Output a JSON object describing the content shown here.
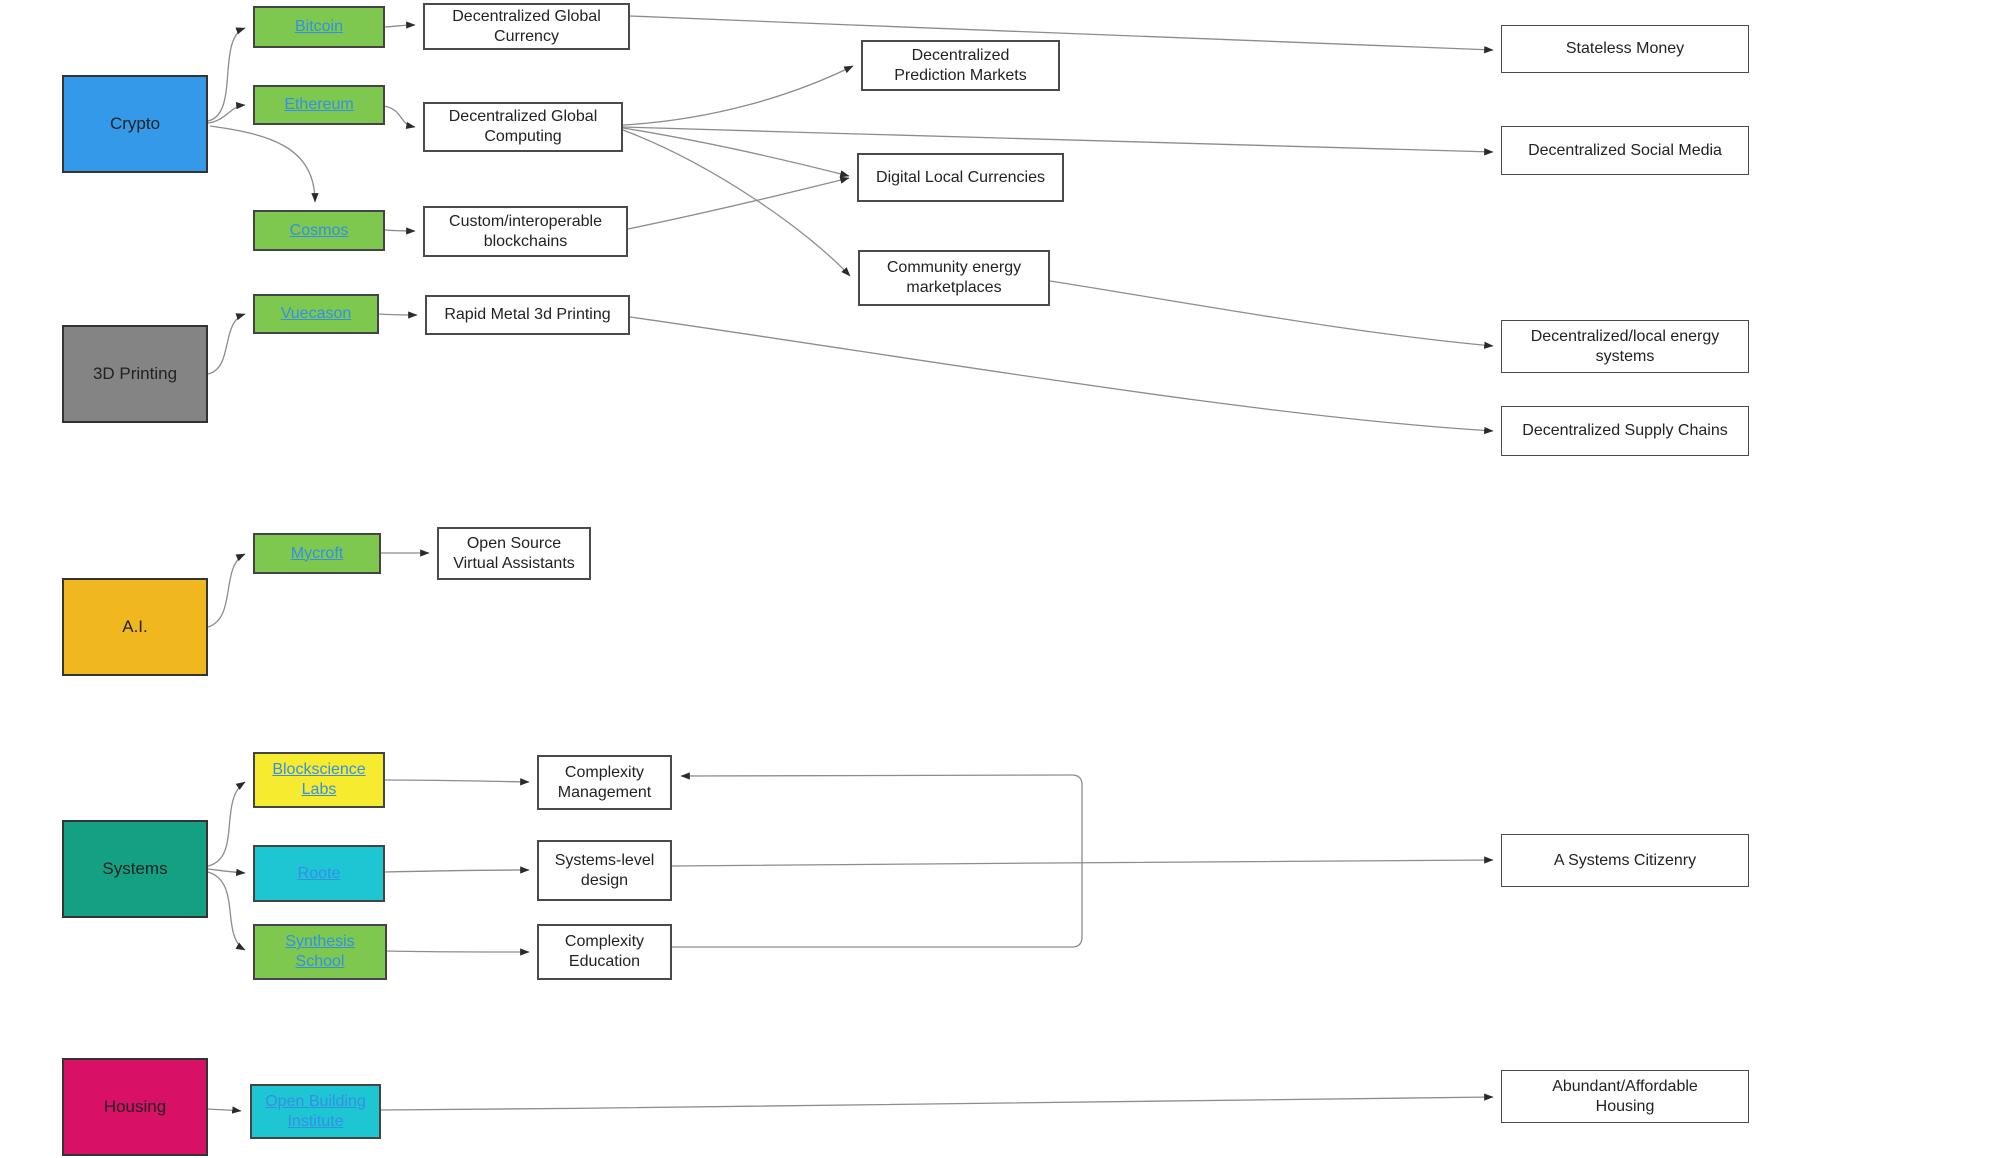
{
  "nodes": {
    "crypto": {
      "label": "Crypto",
      "kind": "category",
      "color": "#3399E8"
    },
    "printing3d": {
      "label": "3D Printing",
      "kind": "category",
      "color": "#848484"
    },
    "ai": {
      "label": "A.I.",
      "kind": "category",
      "color": "#F0B81E"
    },
    "systems": {
      "label": "Systems",
      "kind": "category",
      "color": "#14A083"
    },
    "housing": {
      "label": "Housing",
      "kind": "category",
      "color": "#D91166"
    },
    "bitcoin": {
      "label": "Bitcoin",
      "kind": "project-link",
      "color": "#7EC850"
    },
    "ethereum": {
      "label": "Ethereum",
      "kind": "project-link",
      "color": "#7EC850"
    },
    "cosmos": {
      "label": "Cosmos",
      "kind": "project-link",
      "color": "#7EC850"
    },
    "vuecason": {
      "label": "Vuecason",
      "kind": "project-link",
      "color": "#7EC850"
    },
    "mycroft": {
      "label": "Mycroft",
      "kind": "project-link",
      "color": "#7EC850"
    },
    "bslabs": {
      "label": "Blockscience Labs",
      "kind": "project-link",
      "color": "#F6EB2F"
    },
    "roote": {
      "label": "Roote",
      "kind": "project-link",
      "color": "#1EC6D3"
    },
    "synthesis": {
      "label": "Synthesis School",
      "kind": "project-link",
      "color": "#7EC850"
    },
    "obi": {
      "label": "Open Building Institute",
      "kind": "project-link",
      "color": "#1EC6D3"
    },
    "dg_currency": {
      "label": "Decentralized Global Currency",
      "kind": "capability"
    },
    "dg_computing": {
      "label": "Decentralized Global Computing",
      "kind": "capability"
    },
    "custom_chains": {
      "label": "Custom/interoperable blockchains",
      "kind": "capability"
    },
    "rapid_metal": {
      "label": "Rapid Metal 3d Printing",
      "kind": "capability"
    },
    "osva": {
      "label": "Open Source Virtual Assistants",
      "kind": "capability"
    },
    "cx_mgmt": {
      "label": "Complexity Management",
      "kind": "capability"
    },
    "sl_design": {
      "label": "Systems-level design",
      "kind": "capability"
    },
    "cx_edu": {
      "label": "Complexity Education",
      "kind": "capability"
    },
    "prediction": {
      "label": "Decentralized Prediction Markets",
      "kind": "capability"
    },
    "digital_local": {
      "label": "Digital Local Currencies",
      "kind": "capability"
    },
    "community": {
      "label": "Community energy marketplaces",
      "kind": "capability"
    },
    "stateless": {
      "label": "Stateless Money",
      "kind": "outcome"
    },
    "social_media": {
      "label": "Decentralized Social Media",
      "kind": "outcome"
    },
    "local_energy": {
      "label": "Decentralized/local energy systems",
      "kind": "outcome"
    },
    "supply_chains": {
      "label": "Decentralized Supply Chains",
      "kind": "outcome"
    },
    "citizenry": {
      "label": "A Systems Citizenry",
      "kind": "outcome"
    },
    "aa_housing": {
      "label": "Abundant/Affordable Housing",
      "kind": "outcome"
    }
  },
  "edges": [
    {
      "from": "crypto",
      "to": "bitcoin"
    },
    {
      "from": "crypto",
      "to": "ethereum"
    },
    {
      "from": "crypto",
      "to": "cosmos"
    },
    {
      "from": "bitcoin",
      "to": "dg_currency"
    },
    {
      "from": "ethereum",
      "to": "dg_computing"
    },
    {
      "from": "cosmos",
      "to": "custom_chains"
    },
    {
      "from": "dg_currency",
      "to": "stateless"
    },
    {
      "from": "dg_computing",
      "to": "prediction"
    },
    {
      "from": "dg_computing",
      "to": "social_media"
    },
    {
      "from": "dg_computing",
      "to": "digital_local"
    },
    {
      "from": "dg_computing",
      "to": "community"
    },
    {
      "from": "custom_chains",
      "to": "digital_local"
    },
    {
      "from": "community",
      "to": "local_energy"
    },
    {
      "from": "printing3d",
      "to": "vuecason"
    },
    {
      "from": "vuecason",
      "to": "rapid_metal"
    },
    {
      "from": "rapid_metal",
      "to": "supply_chains"
    },
    {
      "from": "ai",
      "to": "mycroft"
    },
    {
      "from": "mycroft",
      "to": "osva"
    },
    {
      "from": "systems",
      "to": "bslabs"
    },
    {
      "from": "systems",
      "to": "roote"
    },
    {
      "from": "systems",
      "to": "synthesis"
    },
    {
      "from": "bslabs",
      "to": "cx_mgmt"
    },
    {
      "from": "roote",
      "to": "sl_design"
    },
    {
      "from": "synthesis",
      "to": "cx_edu"
    },
    {
      "from": "sl_design",
      "to": "citizenry"
    },
    {
      "from": "cx_edu",
      "to": "cx_mgmt"
    },
    {
      "from": "housing",
      "to": "obi"
    },
    {
      "from": "obi",
      "to": "aa_housing"
    }
  ],
  "palette": {
    "link_text": "#3390E4",
    "edge_line": "#8C8C8C",
    "arrowhead": "#2B2B2B",
    "box_border": "#4A4A4A",
    "background": "#FFFFFF"
  }
}
